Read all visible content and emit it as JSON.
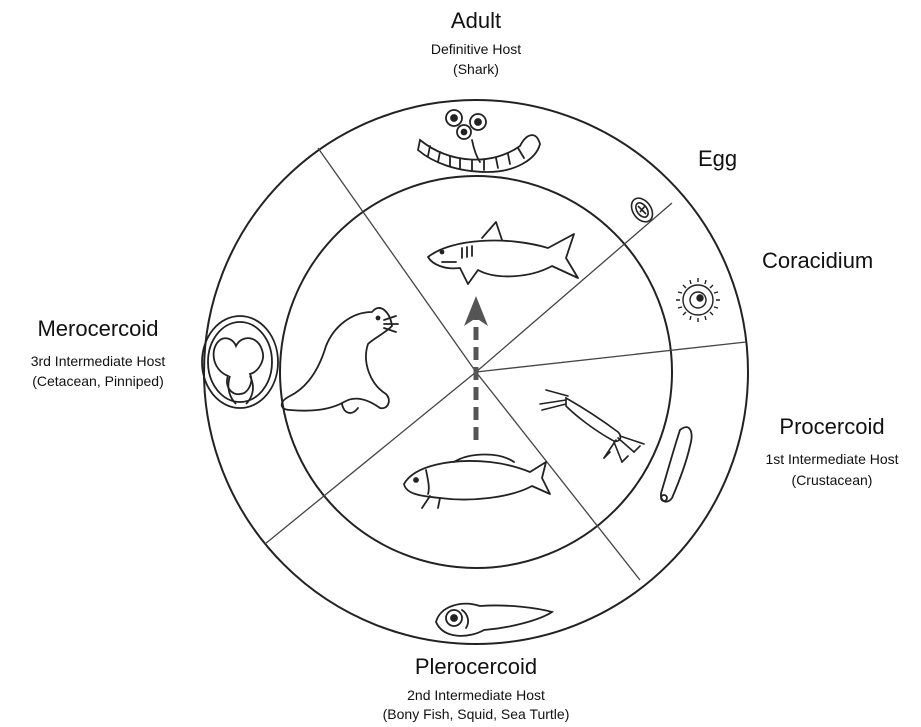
{
  "stages": {
    "adult": {
      "name": "Adult",
      "host": "Definitive Host",
      "examples": "(Shark)"
    },
    "egg": {
      "name": "Egg"
    },
    "coracidium": {
      "name": "Coracidium"
    },
    "procercoid": {
      "name": "Procercoid",
      "host": "1st Intermediate Host",
      "examples": "(Crustacean)"
    },
    "plerocercoid": {
      "name": "Plerocercoid",
      "host": "2nd Intermediate Host",
      "examples": "(Bony Fish, Squid, Sea Turtle)"
    },
    "merocercoid": {
      "name": "Merocercoid",
      "host": "3rd Intermediate Host",
      "examples": "(Cetacean, Pinniped)"
    }
  },
  "illustrations": [
    "shark",
    "sea-lion",
    "bony-fish",
    "crustacean",
    "adult-tapeworm",
    "egg",
    "coracidium",
    "procercoid-larva",
    "plerocercoid-larva",
    "merocercoid-cyst"
  ],
  "colors": {
    "line": "#222222",
    "arrow": "#555555",
    "text": "#111111"
  }
}
